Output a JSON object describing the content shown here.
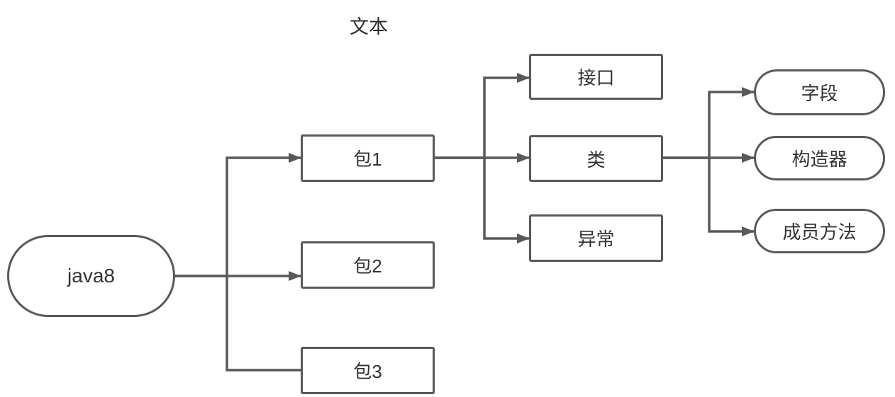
{
  "diagram": {
    "label_top": "文本",
    "nodes": {
      "java8": {
        "label": "java8",
        "shape": "stadium"
      },
      "pkg1": {
        "label": "包1",
        "shape": "rect"
      },
      "pkg2": {
        "label": "包2",
        "shape": "rect"
      },
      "pkg3": {
        "label": "包3",
        "shape": "rect"
      },
      "interface": {
        "label": "接口",
        "shape": "rect"
      },
      "class": {
        "label": "类",
        "shape": "rect"
      },
      "exception": {
        "label": "异常",
        "shape": "rect"
      },
      "field": {
        "label": "字段",
        "shape": "stadium"
      },
      "constructor": {
        "label": "构造器",
        "shape": "stadium"
      },
      "member_method": {
        "label": "成员方法",
        "shape": "stadium"
      }
    },
    "edges": [
      {
        "from": "java8",
        "to": "pkg1",
        "arrowhead": true
      },
      {
        "from": "java8",
        "to": "pkg2",
        "arrowhead": true
      },
      {
        "from": "java8",
        "to": "pkg3",
        "arrowhead": false
      },
      {
        "from": "pkg1",
        "to": "interface",
        "arrowhead": true
      },
      {
        "from": "pkg1",
        "to": "class",
        "arrowhead": true
      },
      {
        "from": "pkg1",
        "to": "exception",
        "arrowhead": true
      },
      {
        "from": "class",
        "to": "field",
        "arrowhead": true
      },
      {
        "from": "class",
        "to": "constructor",
        "arrowhead": true
      },
      {
        "from": "class",
        "to": "member_method",
        "arrowhead": true
      }
    ],
    "colors": {
      "line": "#595959",
      "text": "#333333",
      "background": "#ffffff"
    }
  }
}
